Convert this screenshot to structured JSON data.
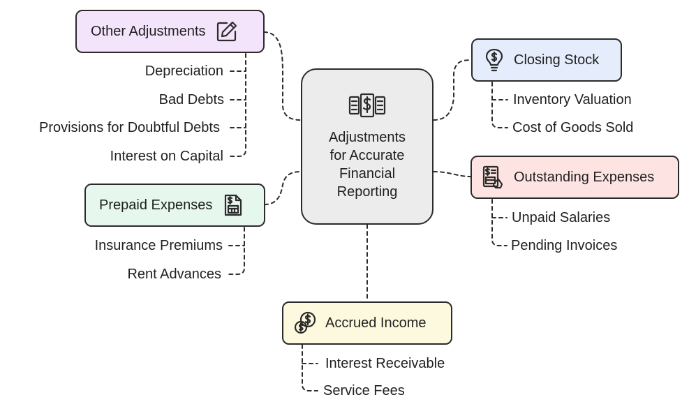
{
  "center": {
    "title": "Adjustments for Accurate Financial Reporting",
    "icon": "money-document-icon"
  },
  "branches": {
    "other_adjustments": {
      "label": "Other Adjustments",
      "icon": "edit-pencil-icon",
      "fill": "#f3e4fb",
      "items": [
        "Depreciation",
        "Bad Debts",
        "Provisions for Doubtful Debts",
        "Interest on Capital"
      ]
    },
    "prepaid_expenses": {
      "label": "Prepaid Expenses",
      "icon": "invoice-icon",
      "fill": "#e6f7ee",
      "items": [
        "Insurance Premiums",
        "Rent Advances"
      ]
    },
    "closing_stock": {
      "label": "Closing Stock",
      "icon": "lightbulb-dollar-icon",
      "fill": "#e5ecfb",
      "items": [
        "Inventory Valuation",
        "Cost of Goods Sold"
      ]
    },
    "outstanding_expenses": {
      "label": "Outstanding Expenses",
      "icon": "bill-hand-icon",
      "fill": "#fde4e2",
      "items": [
        "Unpaid Salaries",
        "Pending Invoices"
      ]
    },
    "accrued_income": {
      "label": "Accrued Income",
      "icon": "coins-icon",
      "fill": "#fdf9de",
      "items": [
        "Interest Receivable",
        "Service Fees"
      ]
    }
  }
}
